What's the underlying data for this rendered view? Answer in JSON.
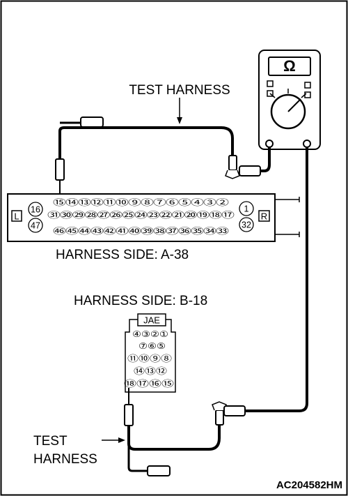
{
  "meter": {
    "symbol": "Ω"
  },
  "labels": {
    "test_harness_top": "TEST HARNESS",
    "harness_a": "HARNESS SIDE: A-38",
    "harness_b": "HARNESS SIDE: B-18",
    "test_harness_bottom_1": "TEST",
    "test_harness_bottom_2": "HARNESS",
    "figure_id": "AC204582HM"
  },
  "connector_a38": {
    "left_marker": "L",
    "right_marker": "R",
    "left_pins": [
      "16",
      "47"
    ],
    "right_pins": [
      "1",
      "32"
    ],
    "row1": "⑮⑭⑬⑫⑪⑩⑨⑧⑦⑥⑤④③②",
    "row2": "㉛㉚㉙㉘㉗㉖㉕㉔㉓㉒㉑⑳⑲⑱⑰",
    "row3": "㊻㊺㊹㊸㊷㊶㊵㊴㊳㊲㊱㉟㉞㉝"
  },
  "connector_b18": {
    "brand": "JAE",
    "rows": [
      "④③②①",
      "⑦⑥⑤",
      "⑪⑩⑨⑧",
      "⑭⑬⑫",
      "⑱⑰⑯⑮"
    ]
  }
}
